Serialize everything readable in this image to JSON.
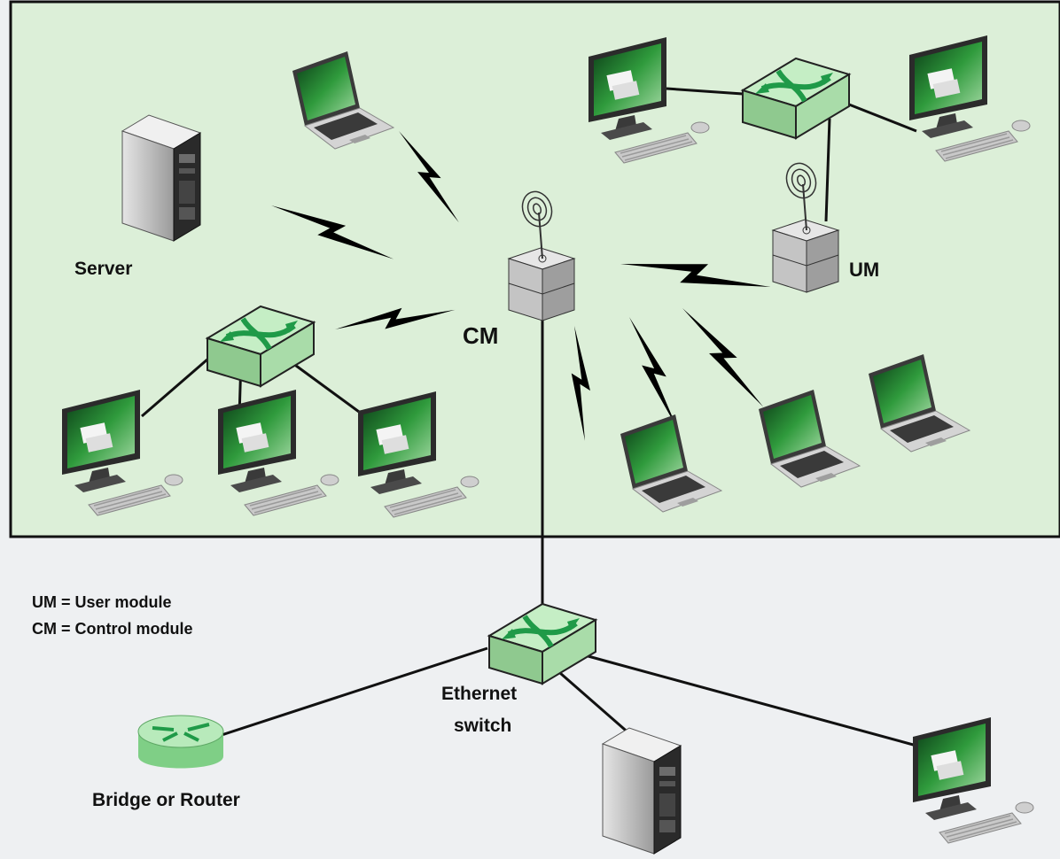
{
  "labels": {
    "server": "Server",
    "cm": "CM",
    "um": "UM",
    "legend_um": "UM = User module",
    "legend_cm": "CM = Control module",
    "ethernet_line1": "Ethernet",
    "ethernet_line2": "switch",
    "bridge_router": "Bridge or Router"
  },
  "colors": {
    "wireless_zone": "#dcefd8",
    "wired_zone": "#eef0f2",
    "switch_green": "#a8dca8",
    "screen_green": "#2f9a3c",
    "bolt": "#000000"
  },
  "icons": [
    "server-icon",
    "laptop-icon",
    "desktop-icon",
    "switch-icon",
    "antenna-module-icon",
    "router-icon",
    "lightning-icon"
  ]
}
